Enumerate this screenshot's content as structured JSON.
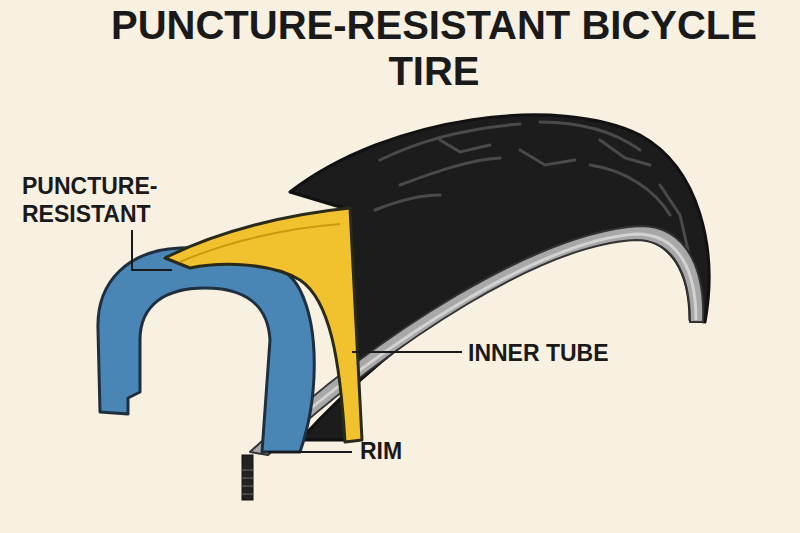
{
  "diagram": {
    "title": "PUNCTURE-RESISTANT BICYCLE TIRE",
    "labels": [
      "PUNCTURE- RESISTANT",
      "INNER TUBE",
      "RIM"
    ]
  }
}
